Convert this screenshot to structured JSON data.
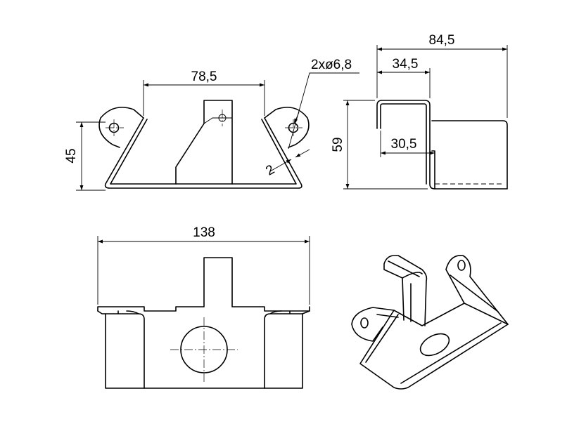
{
  "dimensions": {
    "front_top_width": "78,5",
    "hole_spec": "2xø6,8",
    "sheet_thickness": "2",
    "front_height": "45",
    "side_overall_width": "84,5",
    "side_upper_width": "34,5",
    "side_height": "59",
    "side_lower_width": "30,5",
    "top_overall_length": "138"
  }
}
